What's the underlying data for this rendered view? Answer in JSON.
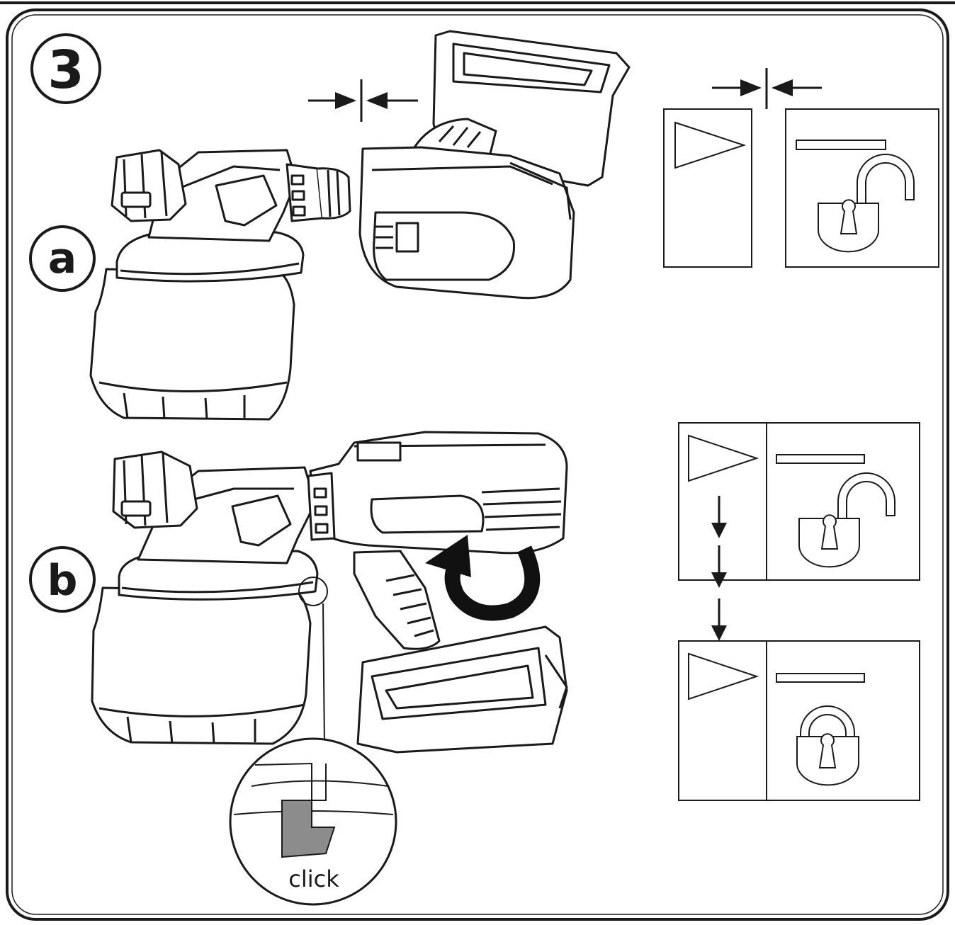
{
  "step": {
    "number": "3"
  },
  "panels": {
    "a": {
      "label": "a"
    },
    "b": {
      "label": "b"
    }
  },
  "detail": {
    "caption": "click"
  },
  "icons": {
    "top_status": {
      "lock": "unlocked"
    },
    "bottom_status_1": {
      "lock": "unlocked"
    },
    "bottom_status_2": {
      "lock": "locked"
    }
  },
  "colors": {
    "line": "#1a1a1a",
    "highlight": "#8c8c8c",
    "background": "#ffffff"
  }
}
